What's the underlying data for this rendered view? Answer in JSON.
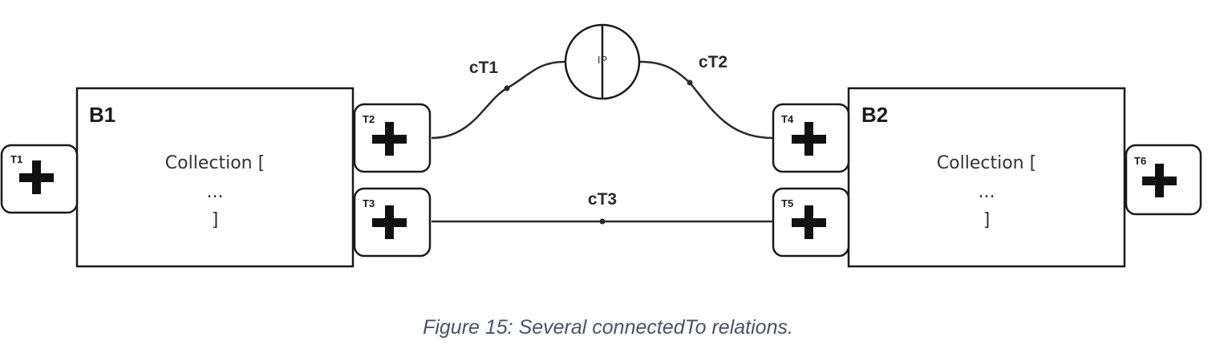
{
  "blocks": {
    "b1": {
      "title": "B1",
      "collection_open": "Collection [",
      "collection_ellipsis": "...",
      "collection_close": "]"
    },
    "b2": {
      "title": "B2",
      "collection_open": "Collection [",
      "collection_ellipsis": "...",
      "collection_close": "]"
    }
  },
  "terminals": {
    "t1": "T1",
    "t2": "T2",
    "t3": "T3",
    "t4": "T4",
    "t5": "T5",
    "t6": "T6"
  },
  "connections": {
    "ct1": "cT1",
    "ct2": "cT2",
    "ct3": "cT3"
  },
  "ip": {
    "label": "IP"
  },
  "caption": "Figure 15: Several connectedTo relations."
}
